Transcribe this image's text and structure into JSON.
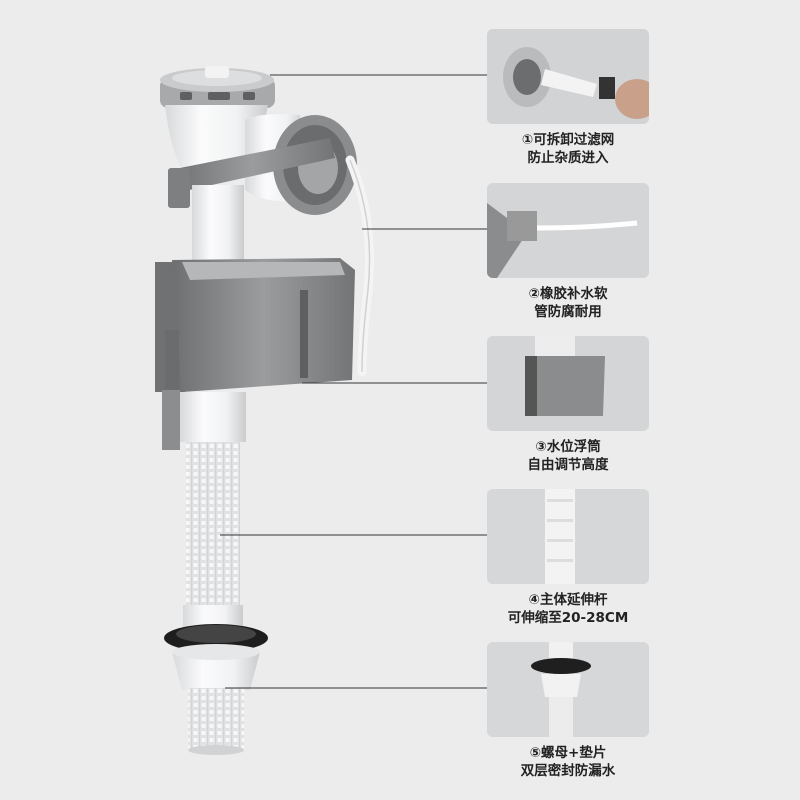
{
  "features": [
    {
      "line1": "①可拆卸过滤网",
      "line2": "防止杂质进入"
    },
    {
      "line1": "②橡胶补水软",
      "line2": "管防腐耐用"
    },
    {
      "line1": "③水位浮筒",
      "line2": "自由调节高度"
    },
    {
      "line1": "④主体延伸杆",
      "line2": "可伸缩至20-28CM"
    },
    {
      "line1": "⑤螺母+垫片",
      "line2": "双层密封防漏水"
    }
  ],
  "colors": {
    "background": "#ececed",
    "valve_gray": "#8a8c8e",
    "valve_white": "#f4f5f6",
    "gasket_black": "#1e1e1e",
    "text": "#222222"
  }
}
